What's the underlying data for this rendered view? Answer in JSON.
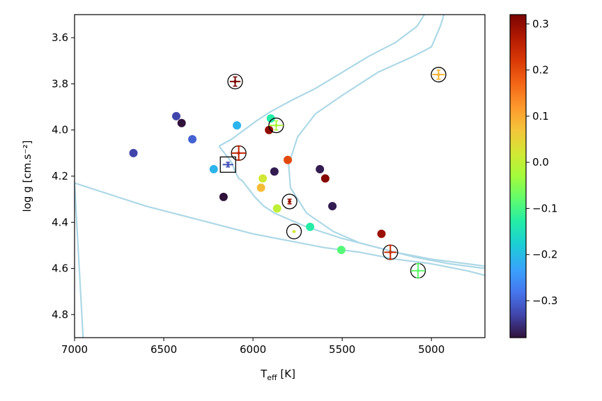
{
  "chart_data": {
    "type": "scatter",
    "xlabel": "T",
    "xlabel_sub": "eff",
    "xlabel_unit": " [K]",
    "ylabel": "log g [cm.s⁻²]",
    "xlim": [
      7000,
      4700
    ],
    "ylim": [
      4.9,
      3.5
    ],
    "xticks": [
      7000,
      6500,
      6000,
      5500,
      5000
    ],
    "xtick_labels": [
      "7000",
      "6500",
      "6000",
      "5500",
      "5000"
    ],
    "yticks": [
      3.6,
      3.8,
      4.0,
      4.2,
      4.4,
      4.6,
      4.8
    ],
    "ytick_labels": [
      "3.6",
      "3.8",
      "4.0",
      "4.2",
      "4.4",
      "4.6",
      "4.8"
    ],
    "colorbar": {
      "range": [
        -0.38,
        0.32
      ],
      "ticks": [
        0.3,
        0.2,
        0.1,
        0.0,
        -0.1,
        -0.2,
        -0.3
      ],
      "tick_labels": [
        "0.3",
        "0.2",
        "0.1",
        "0.0",
        "−0.1",
        "−0.2",
        "−0.3"
      ],
      "colormap": "turbo"
    },
    "isochrone_color": "#add8e6",
    "isochrones": [
      [
        [
          6950,
          4.93
        ],
        [
          7000,
          4.23
        ],
        [
          6800,
          4.28
        ],
        [
          6600,
          4.33
        ],
        [
          6400,
          4.37
        ],
        [
          6200,
          4.41
        ],
        [
          6000,
          4.45
        ],
        [
          5800,
          4.48
        ],
        [
          5600,
          4.51
        ],
        [
          5400,
          4.53
        ],
        [
          5200,
          4.56
        ],
        [
          5000,
          4.58
        ],
        [
          4800,
          4.61
        ],
        [
          4700,
          4.63
        ]
      ],
      [
        [
          6190,
          4.07
        ],
        [
          6120,
          4.04
        ],
        [
          6050,
          4.0
        ],
        [
          5980,
          3.96
        ],
        [
          5900,
          3.92
        ],
        [
          5780,
          3.87
        ],
        [
          5650,
          3.82
        ],
        [
          5500,
          3.75
        ],
        [
          5350,
          3.68
        ],
        [
          5200,
          3.62
        ],
        [
          5080,
          3.55
        ],
        [
          5000,
          3.45
        ]
      ],
      [
        [
          6190,
          4.07
        ],
        [
          6150,
          4.11
        ],
        [
          6120,
          4.14
        ],
        [
          6100,
          4.18
        ],
        [
          6080,
          4.21
        ],
        [
          6060,
          4.22
        ],
        [
          6030,
          4.25
        ],
        [
          5990,
          4.29
        ],
        [
          5940,
          4.33
        ],
        [
          5880,
          4.36
        ],
        [
          5820,
          4.38
        ],
        [
          5700,
          4.42
        ],
        [
          5500,
          4.47
        ],
        [
          5300,
          4.51
        ],
        [
          5100,
          4.55
        ],
        [
          4900,
          4.58
        ],
        [
          4700,
          4.6
        ]
      ],
      [
        [
          5300,
          3.75
        ],
        [
          5500,
          3.85
        ],
        [
          5650,
          3.93
        ],
        [
          5750,
          4.03
        ],
        [
          5800,
          4.15
        ],
        [
          5790,
          4.25
        ],
        [
          5700,
          4.36
        ],
        [
          5550,
          4.44
        ],
        [
          5400,
          4.49
        ],
        [
          5200,
          4.53
        ],
        [
          5000,
          4.56
        ],
        [
          4800,
          4.58
        ],
        [
          4700,
          4.59
        ]
      ],
      [
        [
          5300,
          3.75
        ],
        [
          5100,
          3.68
        ],
        [
          5000,
          3.64
        ],
        [
          4950,
          3.55
        ],
        [
          4910,
          3.45
        ]
      ]
    ],
    "points": [
      {
        "x": 6670,
        "y": 4.1,
        "c": -0.33
      },
      {
        "x": 6430,
        "y": 3.94,
        "c": -0.33
      },
      {
        "x": 6400,
        "y": 3.97,
        "c": -0.38
      },
      {
        "x": 6340,
        "y": 4.04,
        "c": -0.3
      },
      {
        "x": 6220,
        "y": 4.17,
        "c": -0.21
      },
      {
        "x": 6165,
        "y": 4.29,
        "c": -0.38
      },
      {
        "x": 6100,
        "y": 3.79,
        "c": 0.32,
        "marker": "circled",
        "err_x": 30,
        "err_y": 0.02
      },
      {
        "x": 6090,
        "y": 3.98,
        "c": -0.21
      },
      {
        "x": 6080,
        "y": 4.1,
        "c": 0.25,
        "marker": "circled",
        "err_x": 40,
        "err_y": 0.03
      },
      {
        "x": 6140,
        "y": 4.15,
        "c": -0.32,
        "marker": "square",
        "err_x": 30,
        "err_y": 0.01
      },
      {
        "x": 5955,
        "y": 4.25,
        "c": 0.08
      },
      {
        "x": 5945,
        "y": 4.21,
        "c": 0.02
      },
      {
        "x": 5910,
        "y": 4.0,
        "c": 0.3
      },
      {
        "x": 5900,
        "y": 3.95,
        "c": -0.13
      },
      {
        "x": 5880,
        "y": 4.18,
        "c": -0.37
      },
      {
        "x": 5870,
        "y": 3.98,
        "c": -0.02,
        "marker": "circled",
        "err_x": 40,
        "err_y": 0.02
      },
      {
        "x": 5865,
        "y": 4.34,
        "c": 0.0
      },
      {
        "x": 5805,
        "y": 4.13,
        "c": 0.2
      },
      {
        "x": 5795,
        "y": 4.31,
        "c": 0.29,
        "marker": "circled",
        "err_x": 10,
        "err_y": 0.01
      },
      {
        "x": 5770,
        "y": 4.44,
        "c": 0.02,
        "marker": "circled",
        "err_x": 10,
        "err_y": 0.005
      },
      {
        "x": 5680,
        "y": 4.42,
        "c": -0.13
      },
      {
        "x": 5625,
        "y": 4.17,
        "c": -0.37
      },
      {
        "x": 5595,
        "y": 4.21,
        "c": 0.31
      },
      {
        "x": 5555,
        "y": 4.33,
        "c": -0.37
      },
      {
        "x": 5505,
        "y": 4.52,
        "c": -0.09
      },
      {
        "x": 5280,
        "y": 4.45,
        "c": 0.29
      },
      {
        "x": 5230,
        "y": 4.53,
        "c": 0.24,
        "marker": "circled",
        "err_x": 35,
        "err_y": 0.03
      },
      {
        "x": 5075,
        "y": 4.61,
        "c": -0.08,
        "marker": "circled",
        "err_x": 40,
        "err_y": 0.03
      },
      {
        "x": 4960,
        "y": 3.76,
        "c": 0.09,
        "marker": "circled",
        "err_x": 35,
        "err_y": 0.02
      }
    ]
  }
}
